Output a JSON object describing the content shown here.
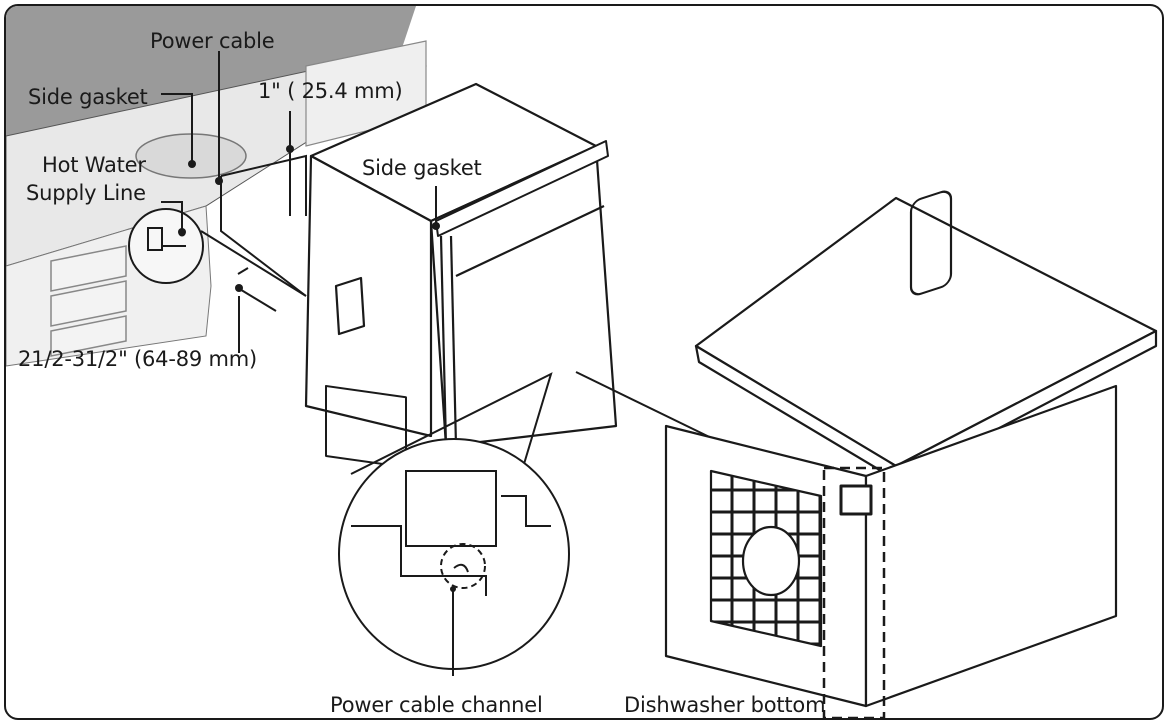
{
  "labels": {
    "power_cable": "Power cable",
    "clearance_top": "1\" ( 25.4 mm)",
    "side_gasket_left": "Side gasket",
    "side_gasket_center": "Side gasket",
    "hot_water_line1": "Hot Water",
    "hot_water_line2": "Supply Line",
    "floor_clearance": "21/2-31/2\" (64-89 mm)",
    "power_cable_channel": "Power cable channel",
    "dishwasher_bottom": "Dishwasher bottom"
  },
  "colors": {
    "line": "#1a1a1a",
    "cabinet_fill": "#efefef",
    "counter_shade": "#9a9a9a",
    "unit_fill": "#ffffff"
  }
}
